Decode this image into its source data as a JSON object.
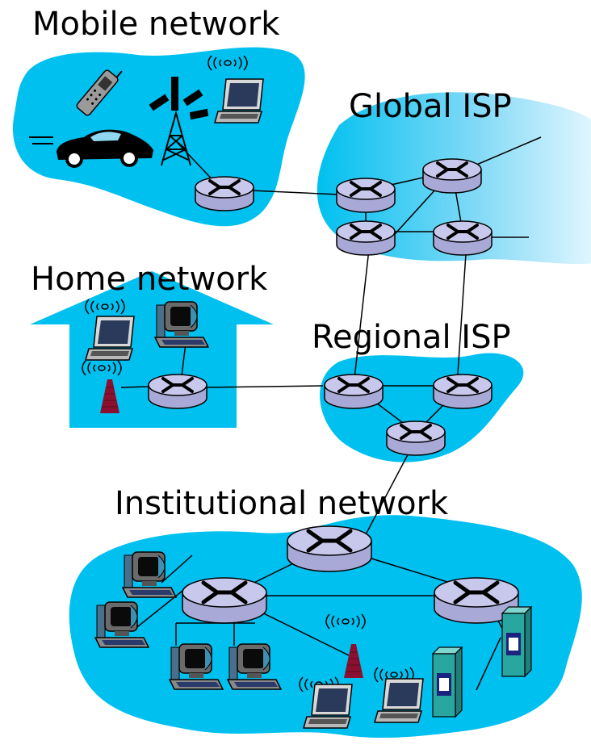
{
  "labels": {
    "mobile": "Mobile network",
    "global": "Global ISP",
    "home": "Home network",
    "regional": "Regional ISP",
    "institutional": "Institutional network"
  },
  "colors": {
    "cloud": "#00c0f0",
    "cloud_light": "#cdefff",
    "router": "#c8c8ec",
    "link": "#000000",
    "tower": "#8b1030",
    "server": "#2aa6a0"
  },
  "icons": [
    "router-icon",
    "laptop-icon",
    "desktop-icon",
    "cellphone-icon",
    "car-icon",
    "cell-tower-icon",
    "wireless-base-station-icon",
    "server-icon"
  ]
}
